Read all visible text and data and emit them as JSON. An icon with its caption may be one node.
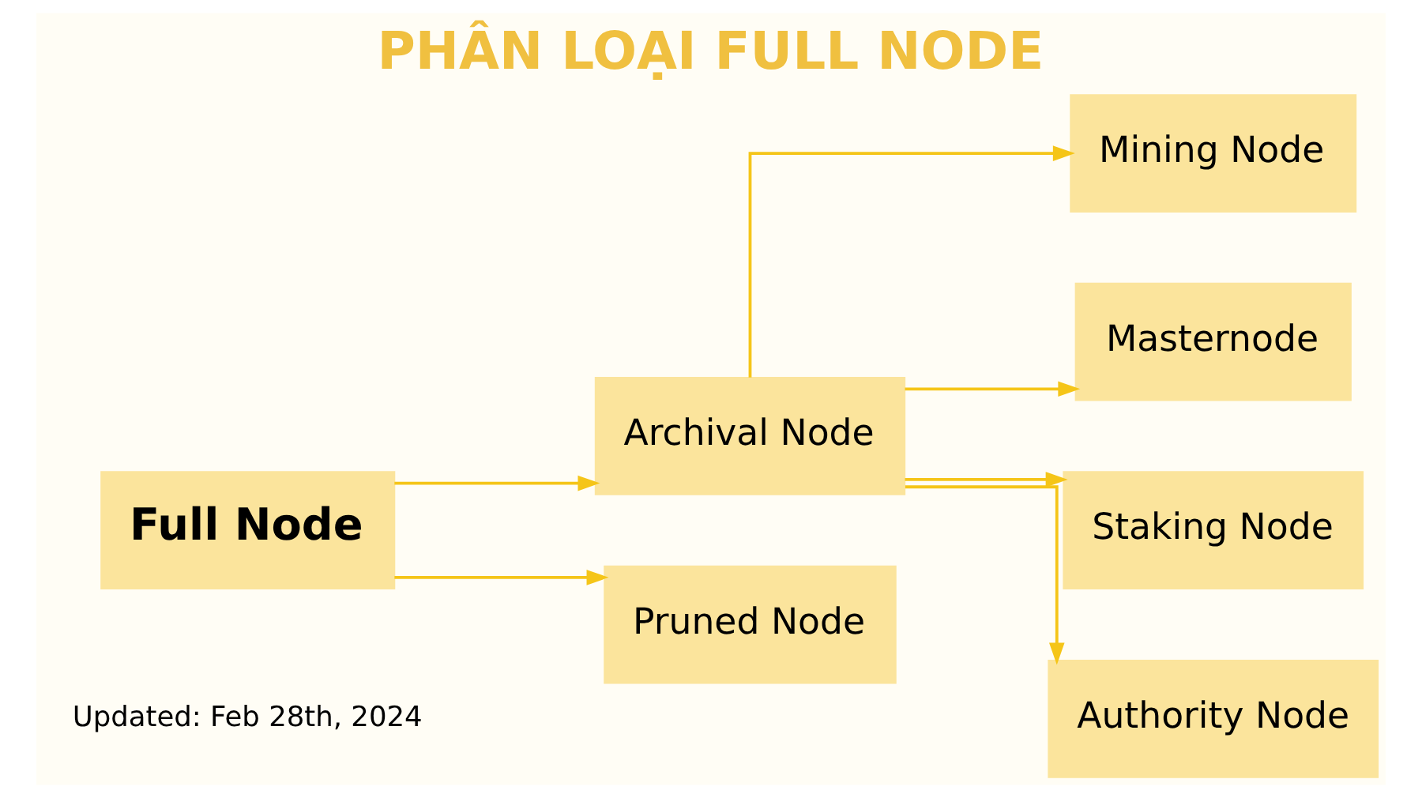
{
  "diagram": {
    "title": "PHÂN LOẠI FULL NODE",
    "nodes": [
      {
        "text": [
          "Full Node"
        ]
      },
      {
        "text": [
          "Archival Node"
        ]
      },
      {
        "text": [
          "Pruned Node"
        ]
      },
      {
        "text": [
          "Mining Node"
        ]
      },
      {
        "text": [
          "Masternode"
        ]
      },
      {
        "text": [
          "Staking Node"
        ]
      },
      {
        "text": [
          "Authority Node"
        ]
      }
    ],
    "edges": [
      {
        "from": 0,
        "to": 1,
        "arrow": "to"
      },
      {
        "from": 0,
        "to": 2,
        "arrow": "to"
      },
      {
        "from": 1,
        "to": 3,
        "arrow": "to"
      },
      {
        "from": 1,
        "to": 4,
        "arrow": "to"
      },
      {
        "from": 1,
        "to": 5,
        "arrow": "to"
      },
      {
        "from": 1,
        "to": 6,
        "arrow": "to"
      }
    ],
    "labels": [
      "Updated: Feb 28th, 2024"
    ]
  }
}
